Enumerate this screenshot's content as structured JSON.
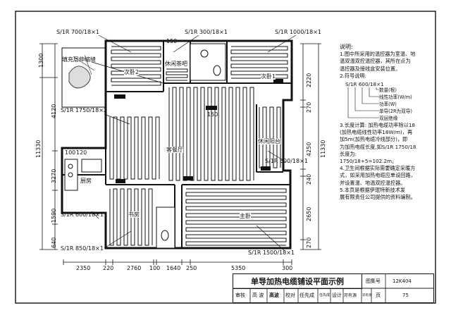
{
  "drawing": {
    "labels": {
      "top_left_cable": "S/1R 700/18×1",
      "top_mid_cable": "S/1R 300/18×1",
      "top_right_cable": "S/1R 1000/18×1",
      "left_mid_cable": "S/1R 1750/18×2",
      "right_mid_cable": "S/1R 600/18×1",
      "left_lower_cable": "S/1R 600/18×1",
      "bottom_left_cable": "S/1R 850/18×1",
      "bottom_right_cable": "S/1R 1500/18×1",
      "expansion_joint": "填充层伸缩缝",
      "dim_150": "150",
      "dim_100": "100",
      "dim_120": "120"
    },
    "rooms": {
      "bedroom2": "次卧2",
      "lounge": "休闲茶吧",
      "bedroom1": "次卧1",
      "living": "客餐厅",
      "leisure_balcony": "休闲阳台",
      "kitchen": "厨房",
      "study": "书房",
      "master": "主卧"
    },
    "left_dims": [
      "1300",
      "4120",
      "11330",
      "3270",
      "1590",
      "640"
    ],
    "right_dims": [
      "2220",
      "270",
      "11330",
      "4250",
      "240",
      "2650",
      "270"
    ],
    "bottom_dims": [
      "2350",
      "220",
      "2760",
      "100",
      "1640",
      "250",
      "5350",
      "300"
    ]
  },
  "notes": {
    "heading": "说明:",
    "item1": [
      "1.图中所采用的温控器为室温、地",
      "温双温双控温控器，其所在点为",
      "温控器及接线盒安装位置。"
    ],
    "item2": "2.符号说明:",
    "legend_code": "S/1R 600/18×1",
    "legend_items": [
      "数量(根)",
      "线性功率(W/m)",
      "功率(W)",
      "单导(2R为双导)",
      "双层绝缘"
    ],
    "item3": [
      "3.长度计算: 加热电缆功率除以18",
      "(加热电缆线性功率18W/m)，再",
      "加5m(加热电缆冷线部分)，即",
      "为加热电缆长度,如S/1R 1750/18",
      "长度为:",
      "1750/18+5=102.2m。"
    ],
    "item4": [
      "4.卫生间根据实际需要确定采暖方",
      "式，如采用加热电缆应单设回路，",
      "并设置温、地温双控温控器。"
    ],
    "item5": [
      "5.本页是根据伊珉特新技术发",
      "展有限责任公司提供的资料编制。"
    ]
  },
  "title_block": {
    "title": "单导加热电缆铺设平面示例",
    "atlas_label": "图集号",
    "atlas_number": "12K404",
    "review_label": "审核",
    "reviewer": "高 波",
    "reviewer_sign": "高波",
    "check_label": "校对",
    "checker": "任先成",
    "checker_sign": "任先成",
    "design_label": "设计",
    "designer": "邓有源",
    "designer_sign": "邓有源",
    "page_label": "页",
    "page_number": "75"
  }
}
